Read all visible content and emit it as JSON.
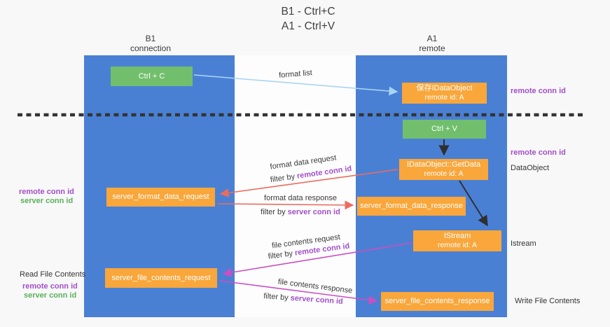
{
  "title": {
    "line1": "B1 - Ctrl+C",
    "line2": "A1 - Ctrl+V"
  },
  "columns": {
    "left": {
      "name": "B1",
      "role": "connection"
    },
    "right": {
      "name": "A1",
      "role": "remote"
    }
  },
  "nodes": {
    "ctrl_c": {
      "label": "Ctrl + C"
    },
    "ctrl_v": {
      "label": "Ctrl + V"
    },
    "save_dataobject": {
      "line1": "保存IDataObject",
      "line2": "remote id: A"
    },
    "getdata": {
      "line1": "IDataObject::GetData",
      "line2": "remote id: A"
    },
    "istream": {
      "line1": "IStream",
      "line2": "remote id: A"
    },
    "server_format_data_request": {
      "label": "server_format_data_request"
    },
    "server_format_data_response": {
      "label": "server_format_data_response"
    },
    "server_file_contents_request": {
      "label": "server_file_contents_request"
    },
    "server_file_contents_response": {
      "label": "server_file_contents_response"
    }
  },
  "flows": {
    "format_list": {
      "label": "format list"
    },
    "format_data_request": {
      "label": "format data request",
      "filter_prefix": "filter by",
      "filter_key": "remote conn id"
    },
    "format_data_response": {
      "label": "format data response",
      "filter_prefix": "filter by",
      "filter_key": "server conn id"
    },
    "file_contents_request": {
      "label": "file contents request",
      "filter_prefix": "filter by",
      "filter_key": "remote conn id"
    },
    "file_contents_response": {
      "label": "file contents response",
      "filter_prefix": "filter by",
      "filter_key": "server conn id"
    }
  },
  "side_labels": {
    "right_remote_conn_id_top": "remote conn id",
    "right_remote_conn_id_mid": "remote conn id",
    "right_dataobject": "DataObject",
    "right_istream": "Istream",
    "right_write_file_contents": "Write File Contents",
    "left_remote_conn_id_top": "remote conn id",
    "left_server_conn_id_top": "server conn id",
    "left_read_file_contents": "Read File Contents",
    "left_remote_conn_id_bottom": "remote conn id",
    "left_server_conn_id_bottom": "server conn id"
  },
  "colors": {
    "column_blue": "#4a80d4",
    "box_green": "#71bf6d",
    "box_orange": "#f9a63b",
    "arrow_lightblue": "#a9d5f5",
    "arrow_red": "#ec6b5f",
    "arrow_magenta": "#c94fc3",
    "text_purple": "#a24fc8",
    "text_green": "#58b158",
    "dash_black": "#333333"
  }
}
